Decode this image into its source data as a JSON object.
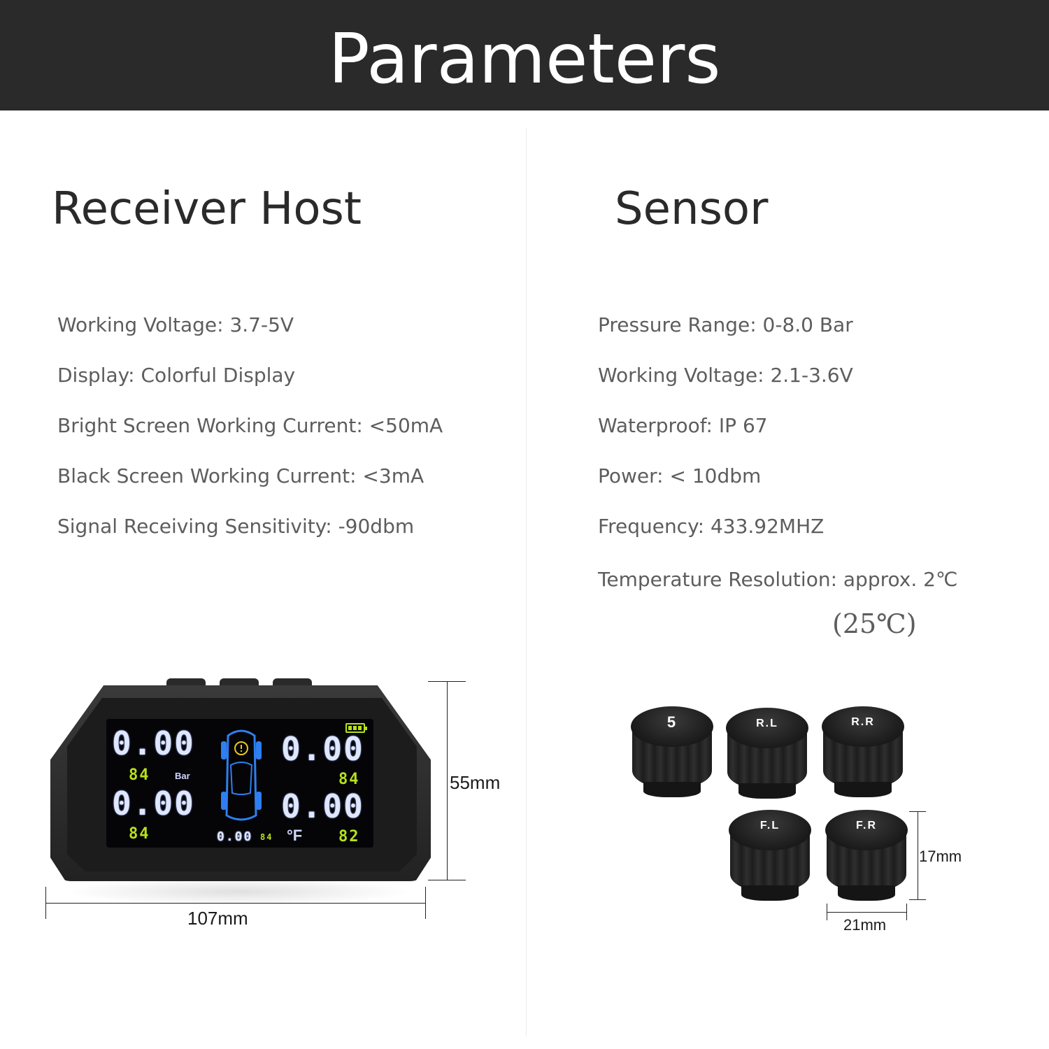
{
  "header": {
    "title": "Parameters"
  },
  "receiver": {
    "title": "Receiver Host",
    "specs": [
      "Working Voltage: 3.7-5V",
      "Display:  Colorful Display",
      "Bright Screen Working Current: <50mA",
      "Black Screen Working Current: <3mA",
      "Signal Receiving Sensitivity: -90dbm"
    ],
    "dimensions": {
      "width": "107mm",
      "height": "55mm"
    },
    "screen": {
      "front_left_pressure": "0.00",
      "front_right_pressure": "0.00",
      "rear_left_pressure": "0.00",
      "rear_right_pressure": "0.00",
      "front_left_temp": "84",
      "front_right_temp": "84",
      "rear_left_temp": "84",
      "rear_right_temp": "82",
      "pressure_unit": "Bar",
      "spare_pressure": "0.00",
      "spare_temp": "84",
      "temp_unit": "°F"
    }
  },
  "sensor": {
    "title": "Sensor",
    "specs": [
      "Pressure Range: 0-8.0 Bar",
      "Working Voltage: 2.1-3.6V",
      "Waterproof: IP 67",
      "Power: < 10dbm",
      "Frequency: 433.92MHZ",
      "Temperature Resolution: approx. 2℃"
    ],
    "note": "(25℃)",
    "dimensions": {
      "height": "17mm",
      "width": "21mm"
    },
    "cap_labels": [
      "5",
      "R.L",
      "R.R",
      "F.L",
      "F.R"
    ]
  },
  "colors": {
    "banner": "#2a2a2a",
    "lcd_green": "#b7e11a",
    "lcd_white": "#dfe7ff",
    "car_blue": "#2f7ff0"
  }
}
